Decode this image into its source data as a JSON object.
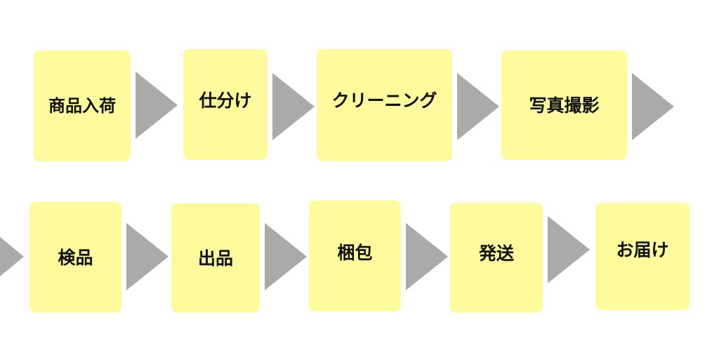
{
  "flow": {
    "colors": {
      "step_fill": "#fffa9b",
      "arrow_fill": "#aaaaaa",
      "text": "#111111"
    },
    "row1": [
      {
        "label": "商品入荷"
      },
      {
        "label": "仕分け"
      },
      {
        "label": "クリーニング"
      },
      {
        "label": "写真撮影"
      }
    ],
    "row2": [
      {
        "label": "検品"
      },
      {
        "label": "出品"
      },
      {
        "label": "梱包"
      },
      {
        "label": "発送"
      },
      {
        "label": "お届け"
      }
    ]
  }
}
